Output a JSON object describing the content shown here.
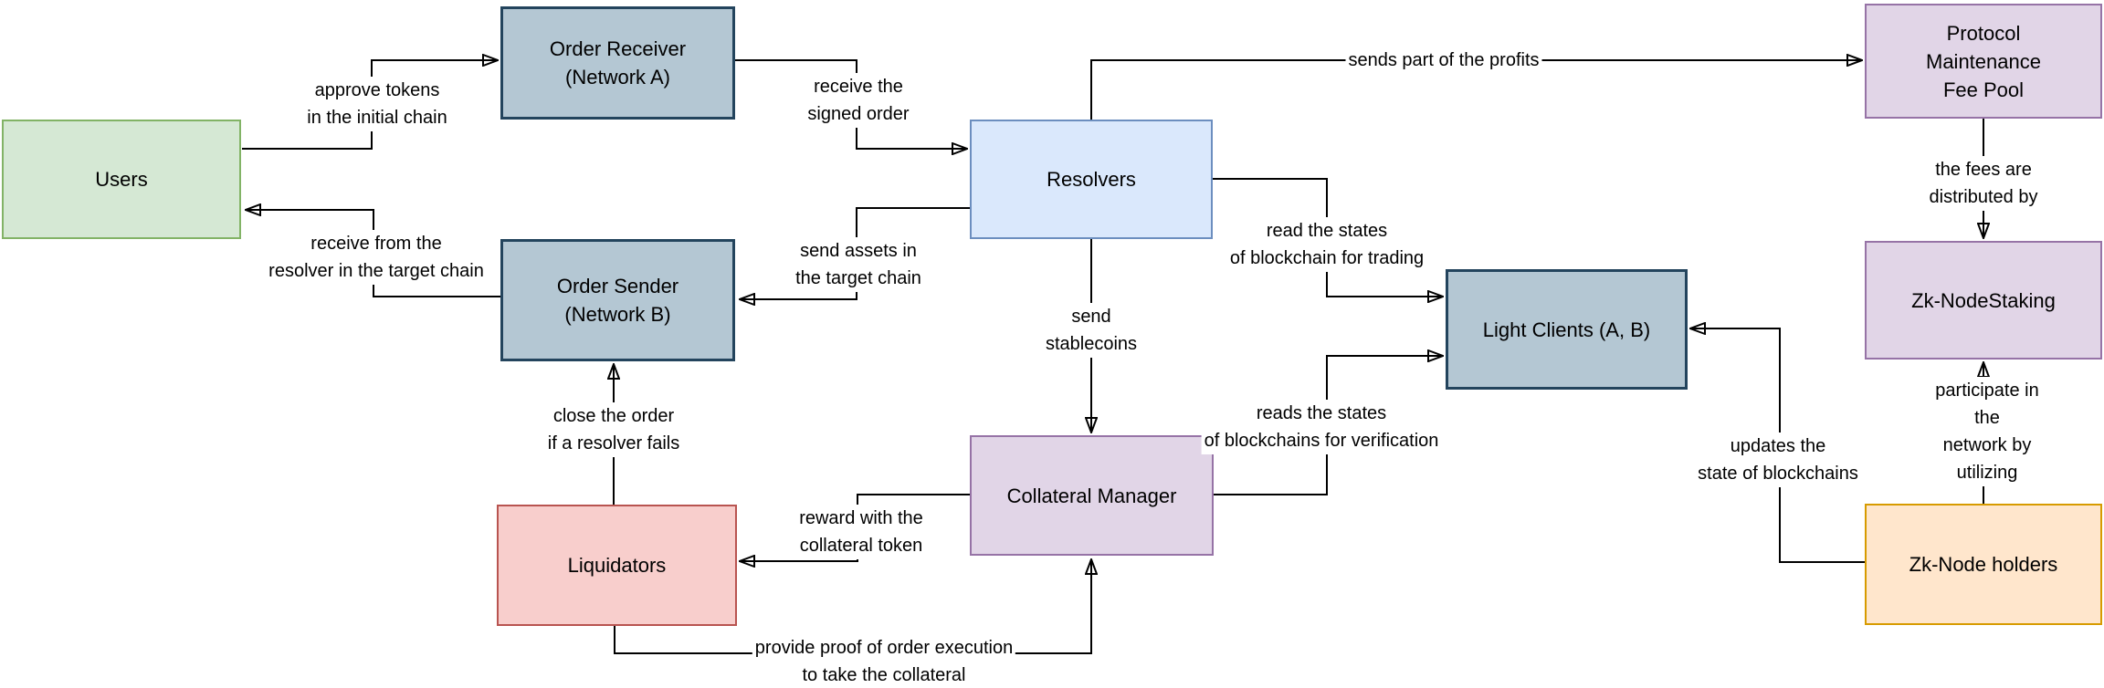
{
  "diagram": {
    "title": "Cross-chain order settlement protocol diagram",
    "palette": {
      "green_fill": "#d5e8d4",
      "green_stroke": "#82b366",
      "blue_fill": "#dae8fc",
      "blue_stroke": "#6c8ebf",
      "purple_fill": "#e1d5e7",
      "purple_stroke": "#9673a6",
      "red_fill": "#f8cecc",
      "red_stroke": "#b85450",
      "orange_fill": "#ffe6cc",
      "orange_stroke": "#d79b00",
      "bluegray_fill": "#b4c7d3",
      "bluegray_stroke": "#23445d",
      "line_color": "#000000",
      "background": "#ffffff"
    },
    "nodes": {
      "users": {
        "label": "Users",
        "fill": "#d5e8d4",
        "stroke": "#82b366"
      },
      "order_receiver": {
        "label": "Order Receiver\n(Network A)",
        "fill": "#b4c7d3",
        "stroke": "#23445d"
      },
      "order_sender": {
        "label": "Order Sender\n(Network B)",
        "fill": "#b4c7d3",
        "stroke": "#23445d"
      },
      "resolvers": {
        "label": "Resolvers",
        "fill": "#dae8fc",
        "stroke": "#6c8ebf"
      },
      "liquidators": {
        "label": "Liquidators",
        "fill": "#f8cecc",
        "stroke": "#b85450"
      },
      "collateral_manager": {
        "label": "Collateral Manager",
        "fill": "#e1d5e7",
        "stroke": "#9673a6"
      },
      "light_clients": {
        "label": "Light Clients (A, B)",
        "fill": "#b4c7d3",
        "stroke": "#23445d"
      },
      "fee_pool": {
        "label": "Protocol\nMaintenance\nFee Pool",
        "fill": "#e1d5e7",
        "stroke": "#9673a6"
      },
      "zk_nodestaking": {
        "label": "Zk-NodeStaking",
        "fill": "#e1d5e7",
        "stroke": "#9673a6"
      },
      "zk_node_holders": {
        "label": "Zk-Node holders",
        "fill": "#ffe6cc",
        "stroke": "#d79b00"
      }
    },
    "edges": {
      "approve_tokens": {
        "from": "users",
        "to": "order_receiver",
        "label": "approve tokens\nin the initial chain"
      },
      "receive_from_resolver": {
        "from": "order_sender",
        "to": "users",
        "label": "receive from the\nresolver in the target chain"
      },
      "receive_signed_order": {
        "from": "order_receiver",
        "to": "resolvers",
        "label": "receive the\nsigned order"
      },
      "send_assets": {
        "from": "resolvers",
        "to": "order_sender",
        "label": "send assets in\nthe target chain"
      },
      "sends_profits": {
        "from": "resolvers",
        "to": "fee_pool",
        "label": "sends part of the profits"
      },
      "read_states_trading": {
        "from": "resolvers",
        "to": "light_clients",
        "label": "read the states\nof blockchain for trading"
      },
      "send_stablecoins": {
        "from": "resolvers",
        "to": "collateral_manager",
        "label": "send\nstablecoins"
      },
      "reads_states_verification": {
        "from": "collateral_manager",
        "to": "light_clients",
        "label": "reads the states\nof blockchains for verification"
      },
      "reward_collateral": {
        "from": "collateral_manager",
        "to": "liquidators",
        "label": "reward with the\ncollateral token"
      },
      "close_order": {
        "from": "liquidators",
        "to": "order_sender",
        "label": "close the order\nif a resolver fails"
      },
      "provide_proof": {
        "from": "liquidators",
        "to": "collateral_manager",
        "label": "provide proof of order execution\nto take the collateral"
      },
      "fees_distributed": {
        "from": "fee_pool",
        "to": "zk_nodestaking",
        "label": "the fees are\ndistributed by"
      },
      "participate": {
        "from": "zk_node_holders",
        "to": "zk_nodestaking",
        "label": "participate in the\nnetwork by utilizing"
      },
      "updates_state": {
        "from": "zk_node_holders",
        "to": "light_clients",
        "label": "updates the\nstate of blockchains"
      }
    }
  }
}
